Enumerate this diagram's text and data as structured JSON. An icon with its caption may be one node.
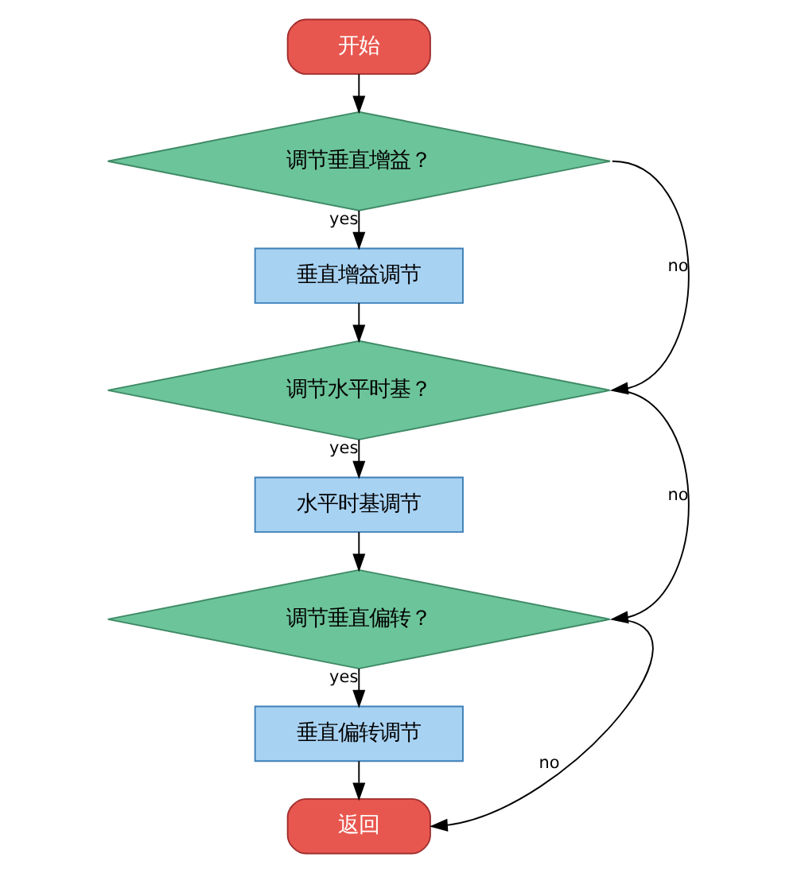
{
  "diagram": {
    "nodes": [
      {
        "text": [
          "开始"
        ]
      },
      {
        "text": [
          "调节垂直增益？"
        ]
      },
      {
        "text": [
          "垂直增益调节"
        ]
      },
      {
        "text": [
          "调节水平时基？"
        ]
      },
      {
        "text": [
          "水平时基调节"
        ]
      },
      {
        "text": [
          "调节垂直偏转？"
        ]
      },
      {
        "text": [
          "垂直偏转调节"
        ]
      },
      {
        "text": [
          "返回"
        ]
      }
    ],
    "edges": [
      {
        "from": 0,
        "to": 1,
        "arrow": "to"
      },
      {
        "from": 1,
        "to": 2,
        "arrow": "to",
        "label": "yes"
      },
      {
        "from": 1,
        "to": 3,
        "arrow": "to",
        "label": "no"
      },
      {
        "from": 2,
        "to": 3,
        "arrow": "to"
      },
      {
        "from": 3,
        "to": 4,
        "arrow": "to",
        "label": "yes"
      },
      {
        "from": 3,
        "to": 5,
        "arrow": "to",
        "label": "no"
      },
      {
        "from": 4,
        "to": 5,
        "arrow": "to"
      },
      {
        "from": 5,
        "to": 6,
        "arrow": "to",
        "label": "yes"
      },
      {
        "from": 5,
        "to": 7,
        "arrow": "to",
        "label": "no"
      },
      {
        "from": 6,
        "to": 7,
        "arrow": "to"
      }
    ]
  }
}
